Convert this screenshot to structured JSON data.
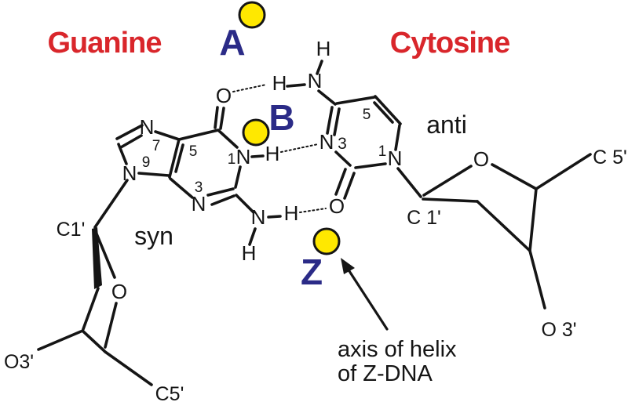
{
  "diagram": {
    "titles": {
      "left": "Guanine",
      "right": "Cytosine"
    },
    "markers": {
      "a": "A",
      "b": "B",
      "z": "Z"
    },
    "conformations": {
      "left": "syn",
      "right": "anti"
    },
    "annotation": {
      "line1": "axis of helix",
      "line2": "of Z-DNA"
    },
    "colors": {
      "title_red": "#d9262b",
      "marker_navy": "#2b2b87",
      "circle_yellow": "#ffe800",
      "bond_black": "#151515"
    },
    "guanine": {
      "o6": "O",
      "n7": "N",
      "num7": "7",
      "n9": "N",
      "num9": "9",
      "num5": "5",
      "num1": "1",
      "n1": "N",
      "h_n1": "H",
      "num3": "3",
      "n3": "N",
      "amino_n": "N",
      "amino_h_right": "H",
      "amino_h_down": "H"
    },
    "cytosine": {
      "amino_h_top": "H",
      "amino_n": "N",
      "amino_h_left": "H",
      "num5": "5",
      "n3": "N",
      "num3": "3",
      "num1": "1",
      "n1": "N",
      "o2": "O"
    },
    "sugar_left": {
      "c1": "C1'",
      "o4": "O",
      "o3": "O3'",
      "c5": "C5'"
    },
    "sugar_right": {
      "c1": "C 1'",
      "o4": "O",
      "c5": "C 5'",
      "o3": "O 3'"
    }
  }
}
